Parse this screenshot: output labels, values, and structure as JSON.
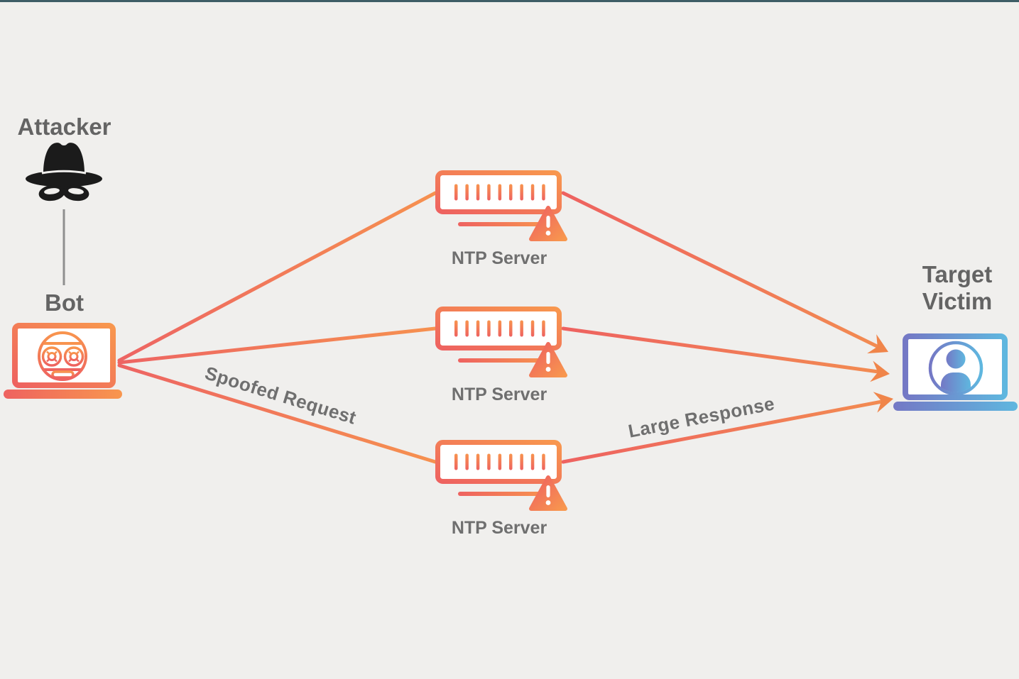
{
  "diagram": {
    "type": "ntp-amplification-ddos-attack",
    "attacker": {
      "label": "Attacker",
      "icon": "spy-icon"
    },
    "bot": {
      "label": "Bot",
      "icon": "bot-laptop-icon"
    },
    "servers": [
      {
        "label": "NTP Server",
        "icon": "server-icon",
        "badge": "warning-triangle-icon"
      },
      {
        "label": "NTP Server",
        "icon": "server-icon",
        "badge": "warning-triangle-icon"
      },
      {
        "label": "NTP Server",
        "icon": "server-icon",
        "badge": "warning-triangle-icon"
      }
    ],
    "victim": {
      "label": "Target Victim",
      "icon": "victim-laptop-icon"
    },
    "edges": {
      "spoofed_request_label": "Spoofed Request",
      "large_response_label": "Large Response"
    },
    "colors": {
      "background": "#F0EFED",
      "top_bar": "#3E5D66",
      "gradient_red": "#EE6260",
      "gradient_orange": "#F8974E",
      "gradient_blue_purple": "#7478C5",
      "gradient_blue_light": "#5FB7DF",
      "arrowhead_orange": "#F0854A",
      "label_gray": "#646464",
      "icon_black": "#1b1b1b"
    }
  }
}
